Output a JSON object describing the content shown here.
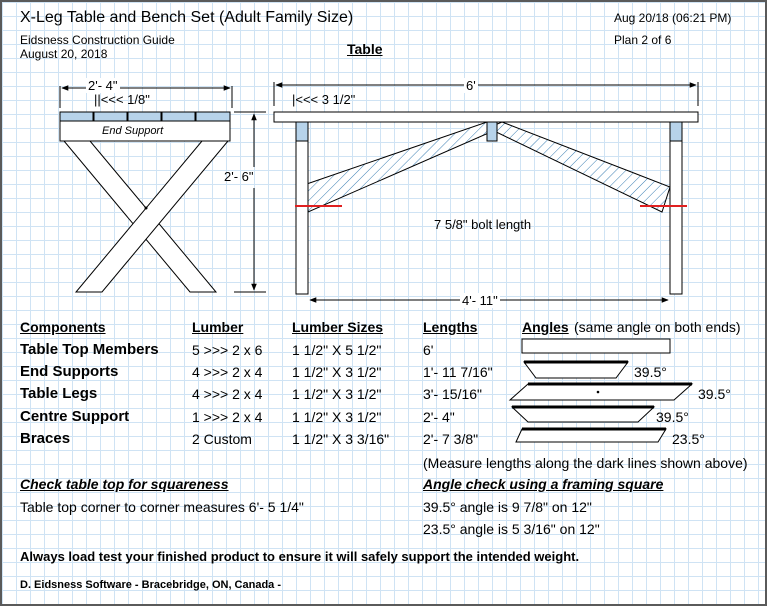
{
  "header": {
    "title": "X-Leg Table and Bench Set (Adult Family Size)",
    "guide": "Eidsness Construction Guide",
    "date": "August 20, 2018",
    "timestamp": "Aug 20/18 (06:21 PM)",
    "plan": "Plan 2 of 6",
    "section_title": "Table"
  },
  "dimensions": {
    "end_width": "2'- 4\"",
    "end_gap": "||<<<  1/8\"",
    "end_support_label": "End Support",
    "height": "2'- 6\"",
    "top_length": "6'",
    "top_overhang": "|<<< 3  1/2\"",
    "bolt_length": "7  5/8\" bolt length",
    "leg_span": "4'- 11\""
  },
  "table": {
    "headers": {
      "component": "Components",
      "lumber": "Lumber",
      "sizes": "Lumber Sizes",
      "lengths": "Lengths",
      "angles": "Angles",
      "angles_note": "(same angle on both ends)"
    },
    "rows": [
      {
        "name": "Table Top Members",
        "lumber": "5  >>> 2 x 6",
        "size": "1  1/2\" X 5  1/2\"",
        "length": "6'",
        "angle": ""
      },
      {
        "name": "End Supports",
        "lumber": "4  >>> 2 x 4",
        "size": "1  1/2\" X 3  1/2\"",
        "length": "1'- 11  7/16\"",
        "angle": "39.5°"
      },
      {
        "name": "Table Legs",
        "lumber": "4  >>> 2 x 4",
        "size": "1  1/2\" X 3  1/2\"",
        "length": "3'- 15/16\"",
        "angle": "39.5°"
      },
      {
        "name": "Centre Support",
        "lumber": "1  >>> 2 x 4",
        "size": "1  1/2\" X 3  1/2\"",
        "length": "2'- 4\"",
        "angle": "39.5°"
      },
      {
        "name": "Braces",
        "lumber": "2  Custom",
        "size": "1  1/2\" X 3  3/16\"",
        "length": "2'- 7  3/8\"",
        "angle": "23.5°"
      }
    ],
    "measure_note": "(Measure lengths along the dark lines shown above)"
  },
  "squareness": {
    "title": "Check table top for squareness",
    "text": "Table top corner to corner measures 6'- 5  1/4\""
  },
  "framing": {
    "title": "Angle check using a framing square",
    "line1": "39.5° angle is 9  7/8\" on 12\"",
    "line2": "23.5° angle is 5  3/16\" on 12\""
  },
  "warning": "Always load test your finished product to ensure it will safely support the intended weight.",
  "footer": "D. Eidsness Software - Bracebridge, ON, Canada -",
  "colors": {
    "board_blue": "#b7d3ea",
    "hatch": "#3c7fb3",
    "bolt_red": "#e02020",
    "grid": "#cfe3f4",
    "frame": "#5a5a5a"
  }
}
